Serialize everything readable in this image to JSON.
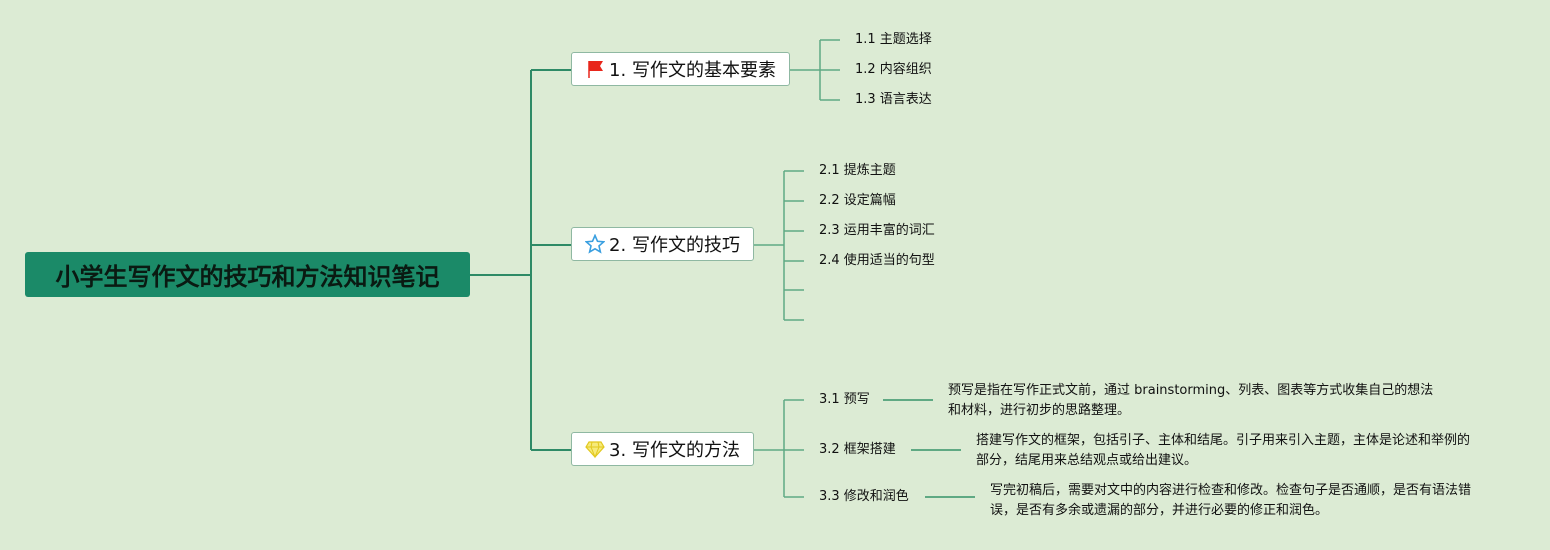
{
  "root": {
    "title": "小学生写作文的技巧和方法知识笔记"
  },
  "branches": [
    {
      "label": "1. 写作文的基本要素",
      "icon": "flag-icon",
      "children": [
        "1.1 主题选择",
        "1.2 内容组织",
        "1.3 语言表达"
      ]
    },
    {
      "label": "2. 写作文的技巧",
      "icon": "star-icon",
      "children": [
        "2.1 提炼主题",
        "2.2 设定篇幅",
        "2.3 运用丰富的词汇",
        "2.4 使用适当的句型"
      ]
    },
    {
      "label": "3. 写作文的方法",
      "icon": "diamond-icon",
      "children": [
        {
          "label": "3.1 预写",
          "desc": "预写是指在写作正式文前，通过 brainstorming、列表、图表等方式收集自己的想法和材料，进行初步的思路整理。"
        },
        {
          "label": "3.2 框架搭建",
          "desc": "搭建写作文的框架，包括引子、主体和结尾。引子用来引入主题，主体是论述和举例的部分，结尾用来总结观点或给出建议。"
        },
        {
          "label": "3.3 修改和润色",
          "desc": "写完初稿后，需要对文中的内容进行检查和修改。检查句子是否通顺，是否有语法错误，是否有多余或遗漏的部分，并进行必要的修正和润色。"
        }
      ]
    }
  ],
  "colors": {
    "background": "#dcebd4",
    "root": "#1b8a68",
    "line": "#5fa983",
    "flag": "#e8261b",
    "star": "#3a9fe0",
    "diamond": "#f2e14a"
  }
}
